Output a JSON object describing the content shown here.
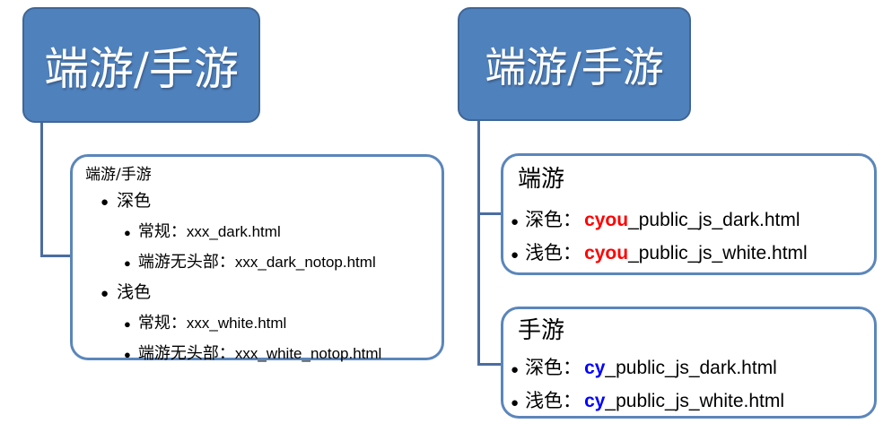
{
  "colors": {
    "node_fill": "#4f81bd",
    "node_border": "#3f6695",
    "detail_border": "#5b86bb",
    "connector": "#4a6da1",
    "pc_prefix_red": "#ff0000",
    "mobile_prefix_blue": "#0000ff",
    "text": "#000000"
  },
  "left": {
    "header": "端游/手游",
    "box": {
      "title": "端游/手游",
      "groups": [
        {
          "label": "深色",
          "entries": [
            {
              "label": "常规：",
              "file": "xxx_dark.html"
            },
            {
              "label": "端游无头部：",
              "file": "xxx_dark_notop.html"
            }
          ]
        },
        {
          "label": "浅色",
          "entries": [
            {
              "label": "常规：",
              "file": "xxx_white.html"
            },
            {
              "label": "端游无头部：",
              "file": "xxx_white_notop.html"
            }
          ]
        }
      ]
    }
  },
  "right": {
    "header": "端游/手游",
    "boxes": [
      {
        "title": "端游",
        "entries": [
          {
            "label": "深色：",
            "prefix": "cyou",
            "prefix_color": "#ff0000",
            "file": "_public_js_dark.html"
          },
          {
            "label": "浅色：",
            "prefix": "cyou",
            "prefix_color": "#ff0000",
            "file": "_public_js_white.html"
          }
        ]
      },
      {
        "title": "手游",
        "entries": [
          {
            "label": "深色：",
            "prefix": "cy",
            "prefix_color": "#0000ff",
            "file": "_public_js_dark.html"
          },
          {
            "label": "浅色：",
            "prefix": "cy",
            "prefix_color": "#0000ff",
            "file": "_public_js_white.html"
          }
        ]
      }
    ]
  }
}
